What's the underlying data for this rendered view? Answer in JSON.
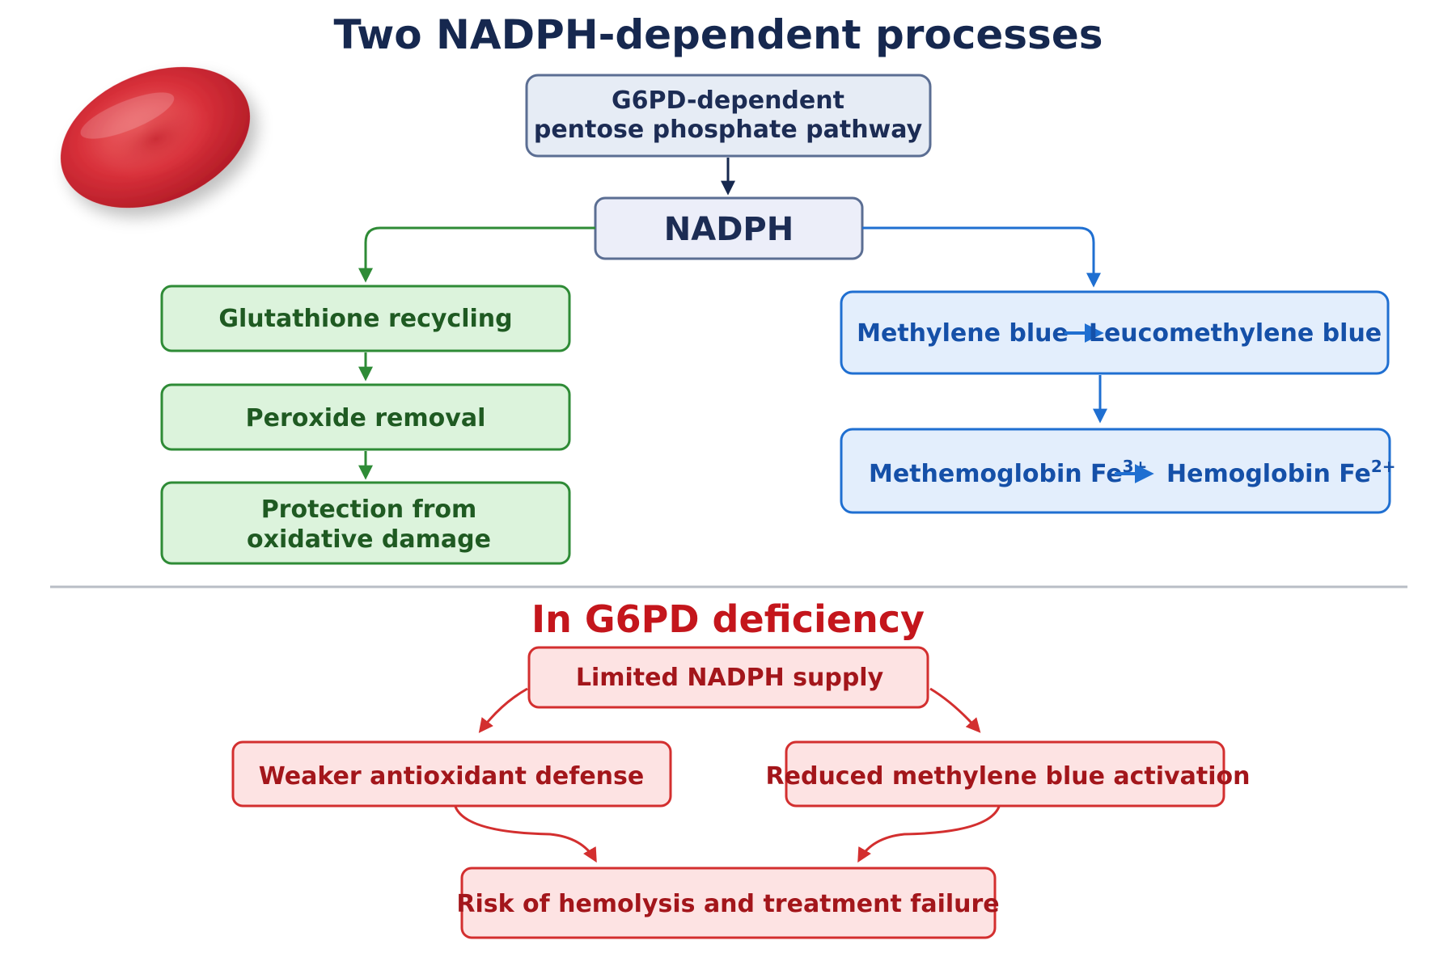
{
  "title": "Two NADPH-dependent processes",
  "top": {
    "pathway_line1": "G6PD-dependent",
    "pathway_line2": "pentose phosphate pathway",
    "nadph": "NADPH"
  },
  "green_branch": {
    "step1": "Glutathione recycling",
    "step2": "Peroxide removal",
    "step3_line1": "Protection from",
    "step3_line2": "oxidative damage"
  },
  "blue_branch": {
    "step1_left": "Methylene blue",
    "step1_right": "Leucomethylene blue",
    "step2_left": "Methemoglobin Fe",
    "step2_left_sup": "3+",
    "step2_right": "Hemoglobin Fe",
    "step2_right_sup": "2+"
  },
  "deficiency": {
    "heading": "In G6PD deficiency",
    "limited": "Limited NADPH supply",
    "weaker": "Weaker antioxidant defense",
    "reduced": "Reduced methylene blue activation",
    "risk": "Risk of hemolysis and treatment failure"
  },
  "colors": {
    "navy": "#16284f",
    "green": "#2e8b36",
    "blue": "#1f6fd1",
    "red": "#d32f2f"
  }
}
